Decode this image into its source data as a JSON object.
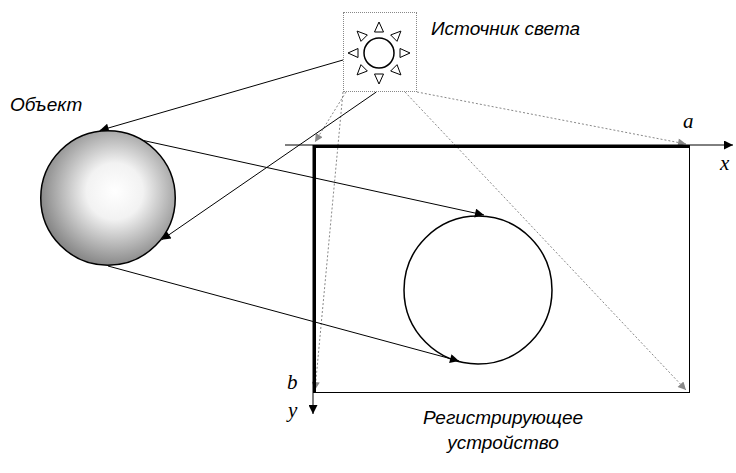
{
  "diagram": {
    "nodes": [
      {
        "text": [
          "Источник света"
        ]
      },
      {
        "text": [
          "Объект"
        ]
      },
      {
        "text": [
          "Регистрирующее устройство"
        ]
      }
    ],
    "edges": [
      {
        "from": 0,
        "to": 1,
        "arrow": "to"
      },
      {
        "from": 0,
        "to": 1,
        "arrow": "to"
      }
    ],
    "labels": [
      "a",
      "b",
      "x",
      "y"
    ]
  }
}
